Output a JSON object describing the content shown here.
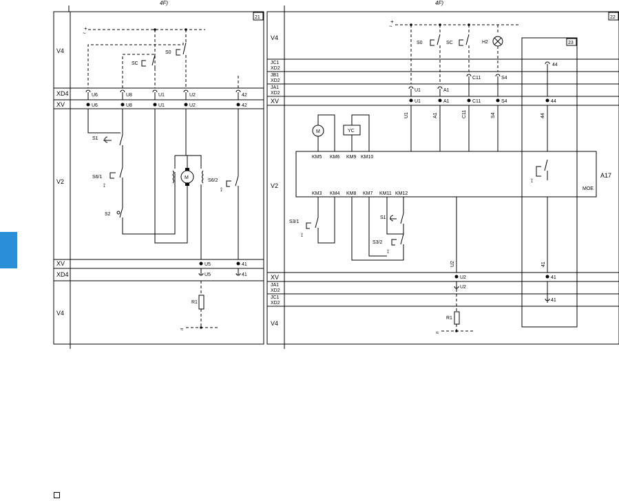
{
  "header": {
    "left_mark": "4F)",
    "right_mark": "4F)"
  },
  "page_numbers": {
    "left": "21",
    "right": "22",
    "box": "23"
  },
  "left_rows": [
    "V4",
    "XD4",
    "XV",
    "V2",
    "XV",
    "XD4",
    "V4"
  ],
  "right_rows": [
    "V4",
    "JC1",
    "XD2",
    "JB1",
    "XD2",
    "JA1",
    "XD2",
    "XV",
    "V2",
    "XV",
    "JA1",
    "XD2",
    "JC1",
    "XD2",
    "V4"
  ],
  "left_terminals": {
    "xd4": [
      "U6",
      "U8",
      "U1",
      "U2",
      "42"
    ],
    "xv": [
      "U6",
      "U8",
      "U1",
      "U2",
      "42"
    ],
    "xv_bottom": [
      "U5",
      "41"
    ],
    "xd4_bottom": [
      "U5",
      "41"
    ]
  },
  "right_terminals": {
    "jc1_top": "44",
    "jb1_top": [
      "C11",
      "S4"
    ],
    "ja1_top": [
      "U1",
      "A1"
    ],
    "xv_top": [
      "U1",
      "A1",
      "C11",
      "S4",
      "44"
    ],
    "wires": [
      "U1",
      "A1",
      "C11",
      "S4",
      "44",
      "U2",
      "41"
    ],
    "xv_bottom": [
      "U2",
      "41"
    ],
    "ja1_bottom": "U2",
    "jc1_bottom": "41"
  },
  "components": {
    "left": [
      "SC",
      "S0",
      "S1",
      "S6/1",
      "S2",
      "M",
      "S6/2",
      "R1"
    ],
    "right": [
      "S0",
      "SC",
      "H2",
      "M",
      "YC",
      "S3/1",
      "S1",
      "S3/2",
      "R1",
      "A17",
      "MOE"
    ],
    "unit_top": [
      "KM5",
      "KM6",
      "KM9",
      "KM10"
    ],
    "unit_bottom": [
      "KM3",
      "KM4",
      "KM8",
      "KM7",
      "KM11",
      "KM12"
    ]
  },
  "symbols": {
    "plus": "+",
    "tilde": "~",
    "tilde_bottom": "≈"
  }
}
